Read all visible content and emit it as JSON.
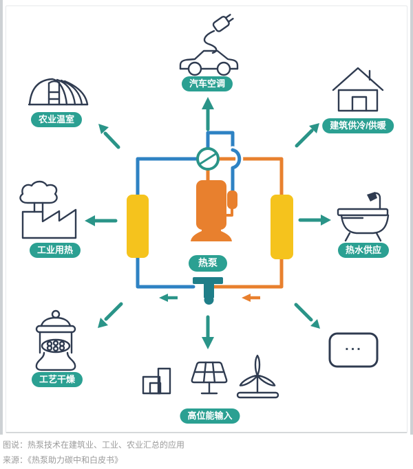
{
  "diagram": {
    "title_semantics": "heat pump applications",
    "center": {
      "label": "热泵"
    },
    "nodes": [
      {
        "id": "agricultural-greenhouse",
        "label": "农业温室"
      },
      {
        "id": "car-air-conditioning",
        "label": "汽车空调"
      },
      {
        "id": "building-cooling-heating",
        "label": "建筑供冷/供暖"
      },
      {
        "id": "industrial-heat",
        "label": "工业用热"
      },
      {
        "id": "hot-water-supply",
        "label": "热水供应"
      },
      {
        "id": "process-drying",
        "label": "工艺干燥"
      },
      {
        "id": "high-grade-energy-input",
        "label": "高位能输入"
      },
      {
        "id": "more",
        "label": "..."
      }
    ]
  },
  "caption": {
    "description": "图说：热泵技术在建筑业、工业、农业汇总的应用",
    "source": "来源：《热泵助力碳中和白皮书》"
  },
  "colors": {
    "badge_teal": "#2ba092",
    "arrow_teal": "#2a9488",
    "valve_teal": "#1f7e88",
    "pipe_blue": "#2e82c3",
    "pipe_orange": "#e8802e",
    "exchanger_yellow": "#f5c31d",
    "icon_outline": "#2f3b50",
    "caption_gray": "#9b9b9b"
  }
}
